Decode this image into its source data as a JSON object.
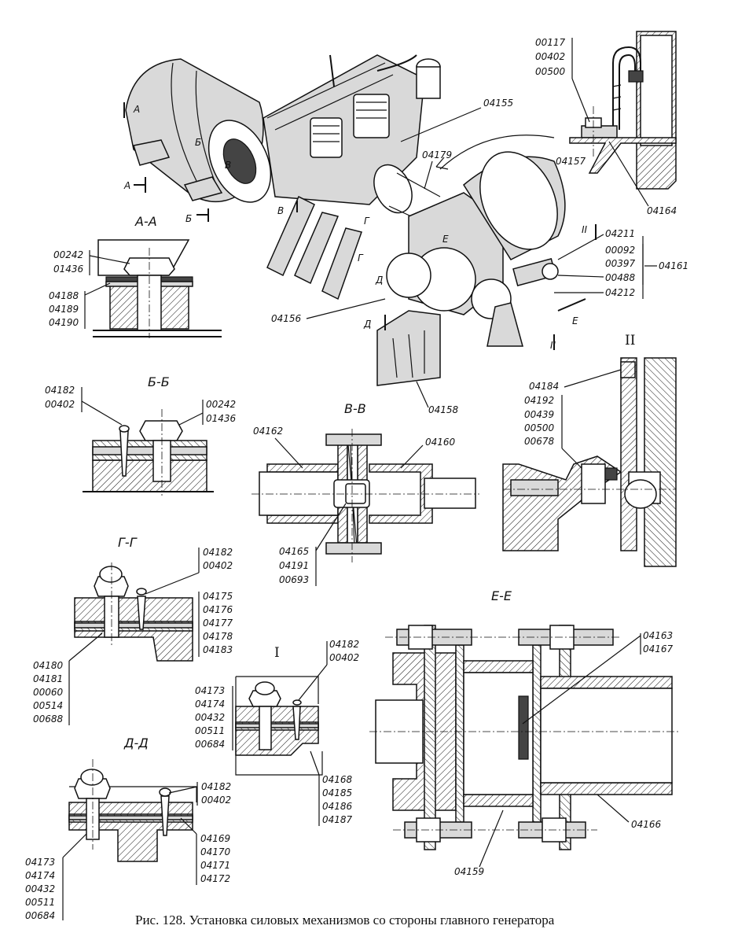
{
  "figure": {
    "caption": "Рис. 128. Установка силовых механизмов со стороны главного генератора"
  },
  "sections": {
    "aa": "А-А",
    "bb": "Б-Б",
    "vv": "В-В",
    "gg": "Г-Г",
    "dd": "Д-Д",
    "ee": "Е-Е",
    "detail_1": "I",
    "detail_2": "II"
  },
  "main_view": {
    "letters": [
      "А",
      "А",
      "Б",
      "Б",
      "В",
      "В",
      "Г",
      "Г",
      "Д",
      "Д",
      "Е",
      "Е",
      "II",
      "II"
    ],
    "labels": {
      "p04155": "04155",
      "p04179": "04179",
      "p04157": "04157",
      "p04156": "04156",
      "p04158": "04158",
      "p04211": "04211",
      "p04212": "04212",
      "group_04161": [
        "00092",
        "00397",
        "00488"
      ],
      "p04161": "04161"
    }
  },
  "inset_pipe": {
    "group": [
      "00117",
      "00402",
      "00500"
    ],
    "p04164": "04164"
  },
  "section_aa": {
    "group_top": [
      "00242",
      "01436"
    ],
    "group_side": [
      "04188",
      "04189",
      "04190"
    ]
  },
  "section_bb": {
    "group_left": [
      "04182",
      "00402"
    ],
    "group_right": [
      "00242",
      "01436"
    ]
  },
  "section_vv": {
    "p04162": "04162",
    "p04160": "04160",
    "group_bottom": [
      "04165",
      "04191",
      "00693"
    ]
  },
  "section_2": {
    "p04184": "04184",
    "group": [
      "04192",
      "00439",
      "00500",
      "00678"
    ]
  },
  "section_gg": {
    "group_top": [
      "04182",
      "00402"
    ],
    "group_right": [
      "04175",
      "04176",
      "04177",
      "04178",
      "04183"
    ],
    "group_left": [
      "04180",
      "04181",
      "00060",
      "00514",
      "00688"
    ]
  },
  "section_1": {
    "group_top": [
      "04182",
      "00402"
    ],
    "group_left": [
      "04173",
      "04174",
      "00432",
      "00511",
      "00684"
    ],
    "group_bottom": [
      "04168",
      "04185",
      "04186",
      "04187"
    ]
  },
  "section_dd": {
    "group_top": [
      "04182",
      "00402"
    ],
    "group_right": [
      "04169",
      "04170",
      "04171",
      "04172"
    ],
    "group_left": [
      "04173",
      "04174",
      "00432",
      "00511",
      "00684"
    ]
  },
  "section_ee": {
    "group_top": [
      "04163",
      "04167"
    ],
    "p04166": "04166",
    "p04159": "04159"
  }
}
